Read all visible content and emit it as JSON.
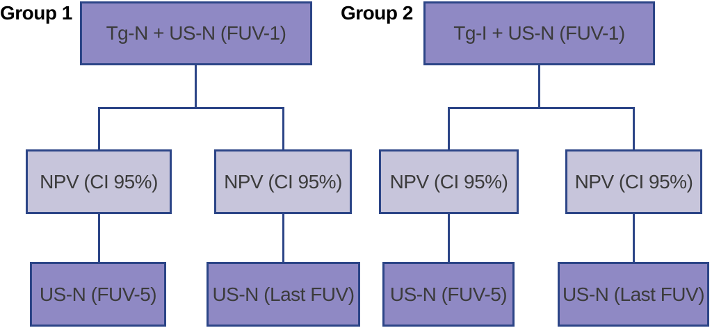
{
  "figure": {
    "type": "flowchart",
    "description": "Two-group study design flow diagram"
  },
  "groups": [
    {
      "label": "Group 1",
      "root": "Tg-N + US-N (FUV-1)",
      "children": [
        {
          "label": "NPV (CI 95%)",
          "child": "US-N (FUV-5)"
        },
        {
          "label": "NPV (CI 95%)",
          "child": "US-N (Last FUV)"
        }
      ]
    },
    {
      "label": "Group 2",
      "root": "Tg-I + US-N (FUV-1)",
      "children": [
        {
          "label": "NPV (CI 95%)",
          "child": "US-N (FUV-5)"
        },
        {
          "label": "NPV (CI 95%)",
          "child": "US-N (Last FUV)"
        }
      ]
    }
  ],
  "colors": {
    "bg": "#ffffff",
    "purple": "#8F89C4",
    "lavender": "#C7C5DB",
    "navy": "#2C4587",
    "box-text": "#3B3B3B",
    "label-text": "#000000"
  }
}
